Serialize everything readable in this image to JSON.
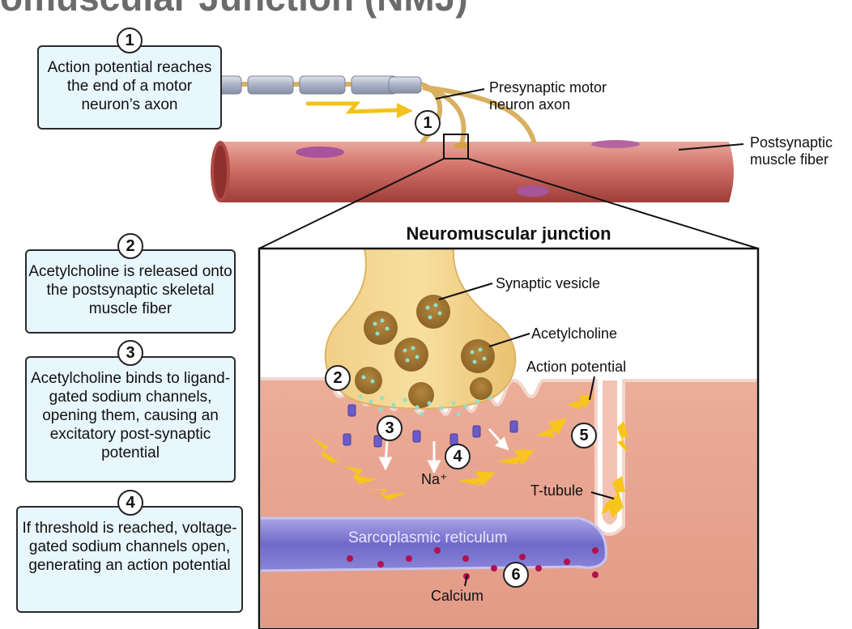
{
  "title": "omuscular Junction (NMJ)",
  "zoom_title": "Neuromuscular junction",
  "steps": [
    {
      "number": "1",
      "text": "Action potential reaches the end of a motor neuron’s axon"
    },
    {
      "number": "2",
      "text": "Acetylcholine is released onto the postsynaptic skeletal muscle fiber"
    },
    {
      "number": "3",
      "text": "Acetylcholine binds to ligand-gated sodium channels, opening them, causing an excitatory post-synaptic potential"
    },
    {
      "number": "4",
      "text": "If threshold is reached, voltage-gated sodium channels open, generating an action potential"
    }
  ],
  "labels": {
    "presynaptic": "Presynaptic motor neuron axon",
    "postsynaptic": "Postsynaptic muscle fiber",
    "synaptic_vesicle": "Synaptic vesicle",
    "acetylcholine": "Acetylcholine",
    "action_potential": "Action potential",
    "t_tubule": "T-tubule",
    "sarcoplasmic_reticulum": "Sarcoplasmic reticulum",
    "calcium": "Calcium",
    "sodium": "Na⁺"
  },
  "badges": {
    "b1": "1",
    "b2": "2",
    "b3": "3",
    "b4": "4",
    "b5": "5",
    "b6": "6"
  }
}
